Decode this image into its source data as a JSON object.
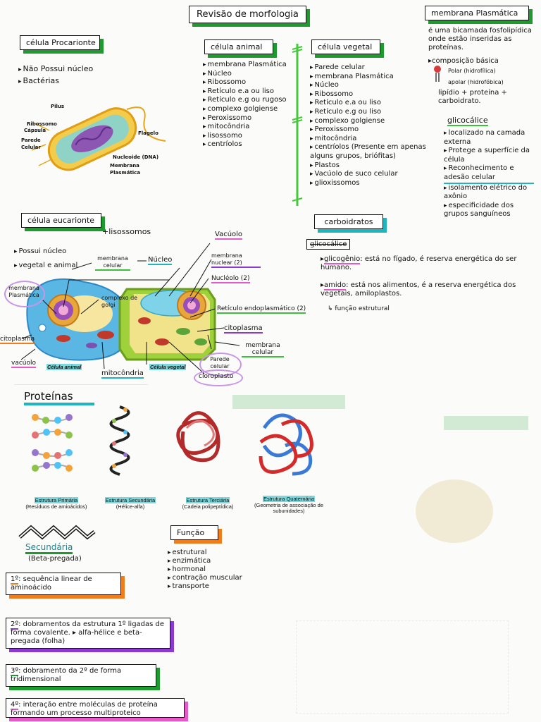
{
  "title": "Revisão de morfologia",
  "procariote": {
    "heading": "célula Procarionte",
    "items": [
      "Não Possui núcleo",
      "Bactérias"
    ],
    "diagram_labels": [
      "Pilus",
      "Ribossomo",
      "Cápsula",
      "Parede Celular",
      "Flagelo",
      "Nucleoide (DNA)",
      "Membrana Plasmática"
    ]
  },
  "animal": {
    "heading": "célula animal",
    "items": [
      "membrana Plasmática",
      "Núcleo",
      "Ribossomo",
      "Retículo e.a ou liso",
      "Retículo e.g ou rugoso",
      "complexo golgiense",
      "Peroxissomo",
      "mitocôndria",
      "lisossomo",
      "centríolos"
    ]
  },
  "vegetal": {
    "heading": "célula vegetal",
    "items": [
      "Parede celular",
      "membrana Plasmática",
      "Núcleo",
      "Ribossomo",
      "Retículo e.a ou liso",
      "Retículo e.g ou liso",
      "complexo golgiense",
      "Peroxissomo",
      "mitocôndria",
      "centríolos (Presente em apenas alguns grupos, briófitas)",
      "Plastos",
      "Vacúolo de suco celular",
      "glioxissomos"
    ]
  },
  "membrana": {
    "heading": "membrana Plasmática",
    "desc": "é uma bicamada fosfolipídica onde estão inseridas as proteínas.",
    "comp_label": "composição básica",
    "polar": "Polar (hidrofílica)",
    "apolar": "apolar (hidrofóbica)",
    "comp_text": "lipídio + proteína + carboidrato.",
    "glico_heading": "glicocálice",
    "glico_items": [
      "localizado na camada externa",
      "Protege a superfície da célula",
      "Reconhecimento e adesão celular",
      "isolamento elétrico do axônio",
      "especificidade dos grupos sanguíneos"
    ]
  },
  "eucarionte": {
    "heading": "célula eucarionte",
    "extra": "+lisossomos",
    "items": [
      "Possui núcleo",
      "vegetal e animal"
    ],
    "labels": {
      "membrana_celular": "membrana celular",
      "nucleo": "Núcleo",
      "vacuolo_top": "Vacúolo",
      "membrana_nuclear": "membrana nuclear (2)",
      "nucleolo": "Nucléolo (2)",
      "membrana_plasmatica": "membrana Plasmática",
      "complexo_golgi": "complexo de golgi",
      "reticulo": "Retículo endoplasmático (2)",
      "citoplasma_left": "citoplasma",
      "citoplasma_right": "citoplasma",
      "membrana_celular_r": "membrana celular",
      "vacuolo_left": "vacúolo",
      "mitocondria": "mitocôndria",
      "parede_celular": "Parede celular",
      "cloroplasto": "cloroplasto",
      "celula_animal": "Célula animal",
      "celula_vegetal": "Célula vegetal"
    }
  },
  "carboidratos": {
    "heading": "carboidratos",
    "struck": "glicocálice",
    "glicogenio_term": "glicogênio",
    "glicogenio_text": ": está no fígado, é reserva energética do ser humano.",
    "amido_term": "amido",
    "amido_text": ": está nos alimentos, é a reserva energética dos vegetais, amiloplastos.",
    "amido_fn": "função estrutural"
  },
  "proteinas": {
    "heading": "Proteínas",
    "structures": [
      {
        "name": "Estrutura Primária",
        "sub": "(Resíduos de amioácidos)"
      },
      {
        "name": "Estrutura Secundária",
        "sub": "(Hélice-alfa)"
      },
      {
        "name": "Estrutura Terciária",
        "sub": "(Cadeia polipeptídica)"
      },
      {
        "name": "Estrutura Quaternária",
        "sub": "(Geometria de associação de subunidades)"
      }
    ],
    "secundaria_label": "Secundária",
    "beta_label": "(Beta-pregada)",
    "funcao_heading": "Função",
    "funcao_items": [
      "estrutural",
      "enzimática",
      "hormonal",
      "contração muscular",
      "transporte"
    ],
    "levels": [
      {
        "num": "1º",
        "text": ": sequência linear de aminoácido"
      },
      {
        "num": "2º",
        "text": ": dobramentos da estrutura 1º ligadas de forma covalente. ▸ alfa-hélice e beta-pregada (folha)"
      },
      {
        "num": "3º",
        "text": ": dobramento da 2º de forma tridimensional"
      },
      {
        "num": "4º",
        "text": ": interação entre moléculas de proteína formando um processo multiproteico"
      }
    ]
  },
  "colors": {
    "green": "#1e9b2f",
    "teal": "#1fb5bf",
    "orange": "#f07d1c",
    "pink": "#e659c8",
    "purple": "#8a3ad1",
    "red": "#d63a3a"
  }
}
